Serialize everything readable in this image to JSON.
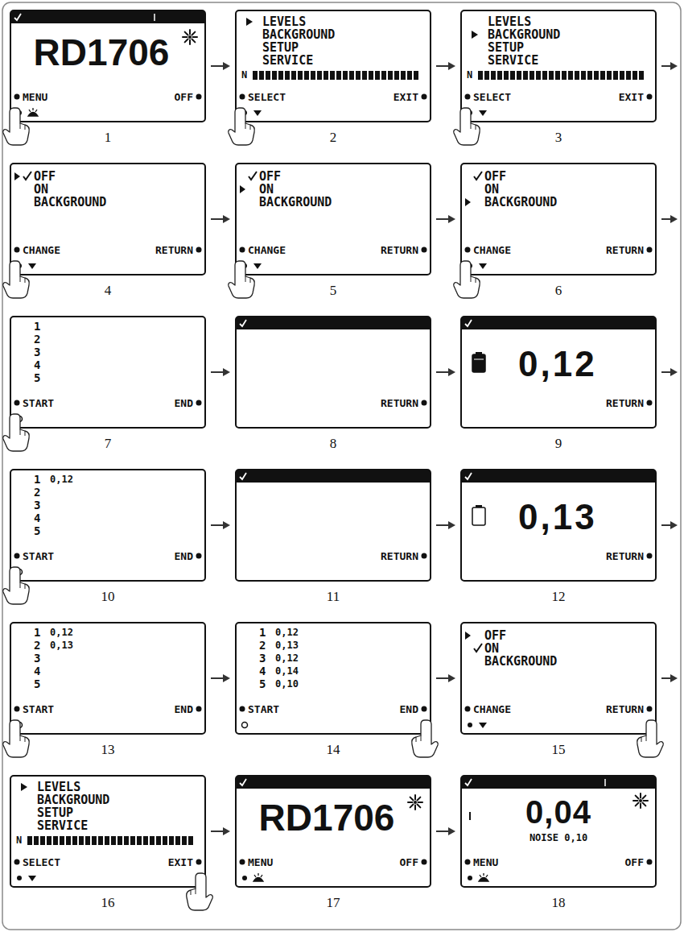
{
  "diagram": {
    "nodes": [
      {
        "text": [
          "RD1706",
          "MENU",
          "OFF"
        ]
      },
      {
        "text": [
          "LEVELS",
          "BACKGROUND",
          "SETUP",
          "SERVICE",
          "N",
          "SELECT",
          "EXIT"
        ]
      },
      {
        "text": [
          "LEVELS",
          "BACKGROUND",
          "SETUP",
          "SERVICE",
          "N",
          "SELECT",
          "EXIT"
        ]
      },
      {
        "text": [
          "OFF",
          "ON",
          "BACKGROUND",
          "CHANGE",
          "RETURN"
        ]
      },
      {
        "text": [
          "OFF",
          "ON",
          "BACKGROUND",
          "CHANGE",
          "RETURN"
        ]
      },
      {
        "text": [
          "OFF",
          "ON",
          "BACKGROUND",
          "CHANGE",
          "RETURN"
        ]
      },
      {
        "text": [
          "1",
          "2",
          "3",
          "4",
          "5",
          "START",
          "END"
        ]
      },
      {
        "text": [
          "RETURN"
        ]
      },
      {
        "text": [
          "0,12",
          "RETURN"
        ]
      },
      {
        "text": [
          "1",
          "0,12",
          "2",
          "3",
          "4",
          "5",
          "START",
          "END"
        ]
      },
      {
        "text": [
          "RETURN"
        ]
      },
      {
        "text": [
          "0,13",
          "RETURN"
        ]
      },
      {
        "text": [
          "1",
          "0,12",
          "2",
          "0,13",
          "3",
          "4",
          "5",
          "START",
          "END"
        ]
      },
      {
        "text": [
          "1",
          "0,12",
          "2",
          "0,13",
          "3",
          "0,12",
          "4",
          "0,14",
          "5",
          "0,10",
          "START",
          "END"
        ]
      },
      {
        "text": [
          "OFF",
          "ON",
          "BACKGROUND",
          "CHANGE",
          "RETURN"
        ]
      },
      {
        "text": [
          "LEVELS",
          "BACKGROUND",
          "SETUP",
          "SERVICE",
          "N",
          "SELECT",
          "EXIT"
        ]
      },
      {
        "text": [
          "RD1706",
          "MENU",
          "OFF"
        ]
      },
      {
        "text": [
          "0,04",
          "NOISE 0,10",
          "MENU",
          "OFF"
        ]
      }
    ],
    "edges": [
      {
        "from": 0,
        "to": 1,
        "arrow": "to"
      },
      {
        "from": 1,
        "to": 2,
        "arrow": "to"
      },
      {
        "from": 3,
        "to": 4,
        "arrow": "to"
      },
      {
        "from": 4,
        "to": 5,
        "arrow": "to"
      },
      {
        "from": 6,
        "to": 7,
        "arrow": "to"
      },
      {
        "from": 7,
        "to": 8,
        "arrow": "to"
      },
      {
        "from": 9,
        "to": 10,
        "arrow": "to"
      },
      {
        "from": 10,
        "to": 11,
        "arrow": "to"
      },
      {
        "from": 12,
        "to": 13,
        "arrow": "to"
      },
      {
        "from": 13,
        "to": 14,
        "arrow": "to"
      },
      {
        "from": 15,
        "to": 16,
        "arrow": "to"
      },
      {
        "from": 16,
        "to": 17,
        "arrow": "to"
      }
    ],
    "labels": [
      "1",
      "2",
      "3",
      "4",
      "5",
      "6",
      "7",
      "8",
      "9",
      "10",
      "11",
      "12",
      "13",
      "14",
      "15",
      "16",
      "17",
      "18"
    ]
  }
}
